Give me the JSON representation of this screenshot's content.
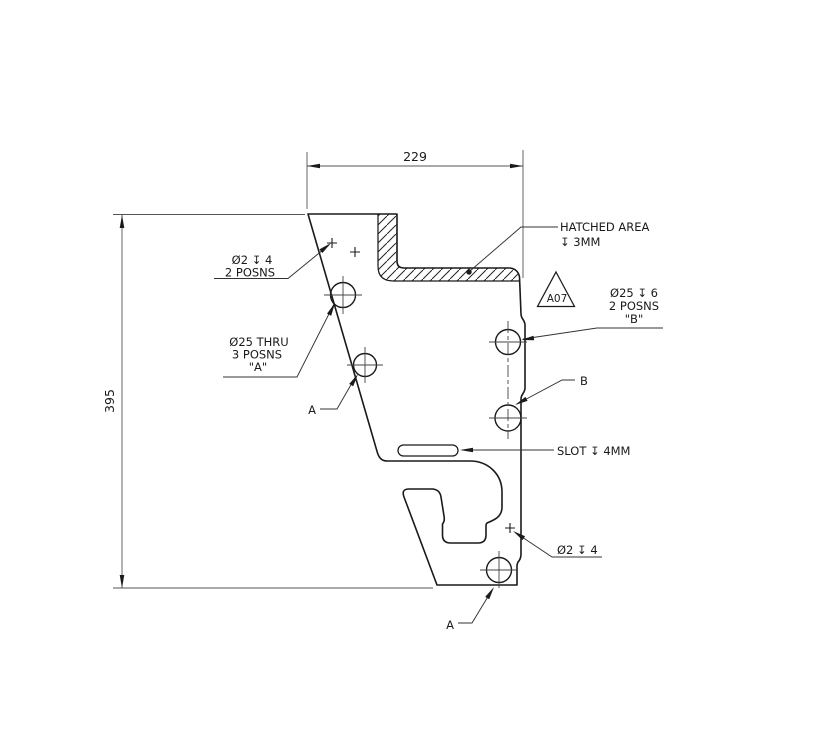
{
  "dimensions": {
    "width": "229",
    "height": "395"
  },
  "callouts": {
    "hatched_area_line1": "HATCHED AREA",
    "hatched_area_line2": "↧ 3MM",
    "hole_small_top_line1": "Ø2 ↧ 4",
    "hole_small_top_line2": "2 POSNS",
    "hole_thru_line1": "Ø25 THRU",
    "hole_thru_line2": "3 POSNS",
    "hole_thru_line3": "\"A\"",
    "hole_cbore_line1": "Ø25 ↧ 6",
    "hole_cbore_line2": "2 POSNS",
    "hole_cbore_line3": "\"B\"",
    "slot_label": "SLOT ↧ 4MM",
    "hole_small_bottom_label": "Ø2 ↧ 4",
    "datum_a_left": "A",
    "datum_a_bottom": "A",
    "datum_b": "B",
    "revision_flag": "A07"
  },
  "colors": {
    "line": "#1a1a1a",
    "thin_line": "#555555",
    "background": "#ffffff"
  }
}
